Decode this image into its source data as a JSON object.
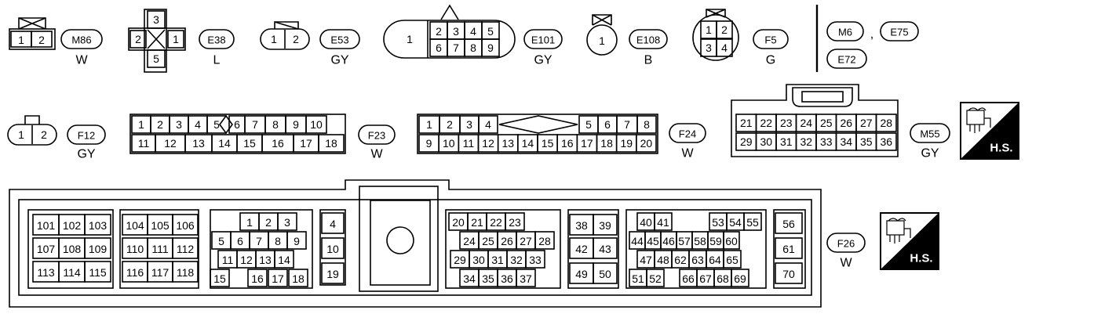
{
  "colors": {
    "ink": "#000000",
    "paper": "#ffffff"
  },
  "connectors": {
    "m86": {
      "id": "M86",
      "color": "W",
      "pins": [
        "1",
        "2"
      ]
    },
    "e38": {
      "id": "E38",
      "color": "L",
      "pins": [
        "3",
        "2",
        "1",
        "5"
      ]
    },
    "e53": {
      "id": "E53",
      "color": "GY",
      "pins": [
        "1",
        "2"
      ]
    },
    "e101": {
      "id": "E101",
      "color": "GY",
      "pins": [
        "1",
        "2",
        "3",
        "4",
        "5",
        "6",
        "7",
        "8",
        "9"
      ]
    },
    "e108": {
      "id": "E108",
      "color": "B",
      "pins": [
        "1"
      ]
    },
    "f5": {
      "id": "F5",
      "color": "G",
      "pins": [
        "1",
        "2",
        "3",
        "4"
      ]
    },
    "group": {
      "ids": [
        "M6",
        "E75",
        "E72"
      ],
      "sep": ","
    },
    "f12": {
      "id": "F12",
      "color": "GY",
      "pins": [
        "1",
        "2"
      ]
    },
    "f23": {
      "id": "F23",
      "color": "W",
      "row1": [
        "1",
        "2",
        "3",
        "4",
        "5",
        "6",
        "7",
        "8",
        "9",
        "10"
      ],
      "row2": [
        "11",
        "12",
        "13",
        "14",
        "15",
        "16",
        "17",
        "18"
      ]
    },
    "f24": {
      "id": "F24",
      "color": "W",
      "row1": [
        "1",
        "2",
        "3",
        "4",
        "5",
        "6",
        "7",
        "8"
      ],
      "row2": [
        "9",
        "10",
        "11",
        "12",
        "13",
        "14",
        "15",
        "16",
        "17",
        "18",
        "19",
        "20"
      ]
    },
    "m55": {
      "id": "M55",
      "color": "GY",
      "row1": [
        "21",
        "22",
        "23",
        "24",
        "25",
        "26",
        "27",
        "28"
      ],
      "row2": [
        "29",
        "30",
        "31",
        "32",
        "33",
        "34",
        "35",
        "36"
      ]
    },
    "f26": {
      "id": "F26",
      "color": "W",
      "groups": [
        [
          [
            "101",
            "102",
            "103"
          ],
          [
            "107",
            "108",
            "109"
          ],
          [
            "113",
            "114",
            "115"
          ]
        ],
        [
          [
            "104",
            "105",
            "106"
          ],
          [
            "110",
            "111",
            "112"
          ],
          [
            "116",
            "117",
            "118"
          ]
        ],
        [
          [
            "1",
            "2",
            "3"
          ],
          [
            "5",
            "6",
            "7",
            "8",
            "9"
          ],
          [
            "11",
            "12",
            "13",
            "14"
          ],
          [
            "15",
            "16",
            "17",
            "18"
          ]
        ],
        [
          [
            "4"
          ],
          [
            "10"
          ],
          [
            "19"
          ]
        ],
        [
          [
            "20",
            "21",
            "22",
            "23"
          ],
          [
            "24",
            "25",
            "26",
            "27",
            "28"
          ],
          [
            "29",
            "30",
            "31",
            "32",
            "33"
          ],
          [
            "34",
            "35",
            "36",
            "37"
          ]
        ],
        [
          [
            "38",
            "39"
          ],
          [
            "42",
            "43"
          ],
          [
            "49",
            "50"
          ]
        ],
        [
          [
            "40",
            "41",
            "53",
            "54",
            "55"
          ],
          [
            "44",
            "45",
            "46",
            "57",
            "58",
            "59",
            "60"
          ],
          [
            "47",
            "48",
            "62",
            "63",
            "64",
            "65"
          ],
          [
            "51",
            "52",
            "66",
            "67",
            "68",
            "69"
          ]
        ],
        [
          [
            "56"
          ],
          [
            "61"
          ],
          [
            "70"
          ]
        ]
      ]
    }
  },
  "hs_label": "H.S."
}
